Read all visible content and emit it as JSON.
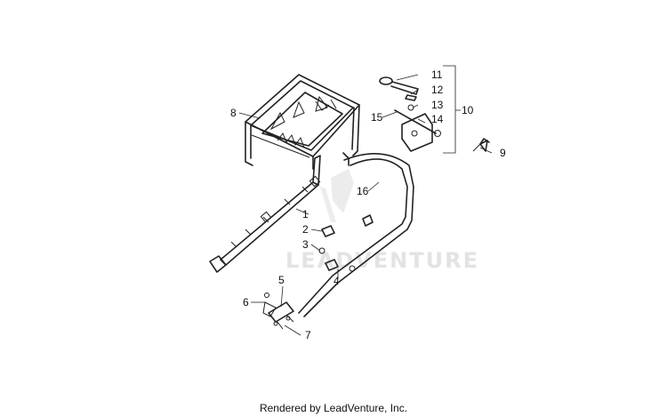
{
  "watermark": {
    "text": "LEADVENTURE"
  },
  "callouts": {
    "c1": "1",
    "c2": "2",
    "c3": "3",
    "c4": "4",
    "c5": "5",
    "c6": "6",
    "c7": "7",
    "c8": "8",
    "c9": "9",
    "c10": "10",
    "c11": "11",
    "c12": "12",
    "c13": "13",
    "c14": "14",
    "c15": "15",
    "c16": "16"
  },
  "footer": {
    "text": "Rendered by LeadVenture, Inc."
  }
}
